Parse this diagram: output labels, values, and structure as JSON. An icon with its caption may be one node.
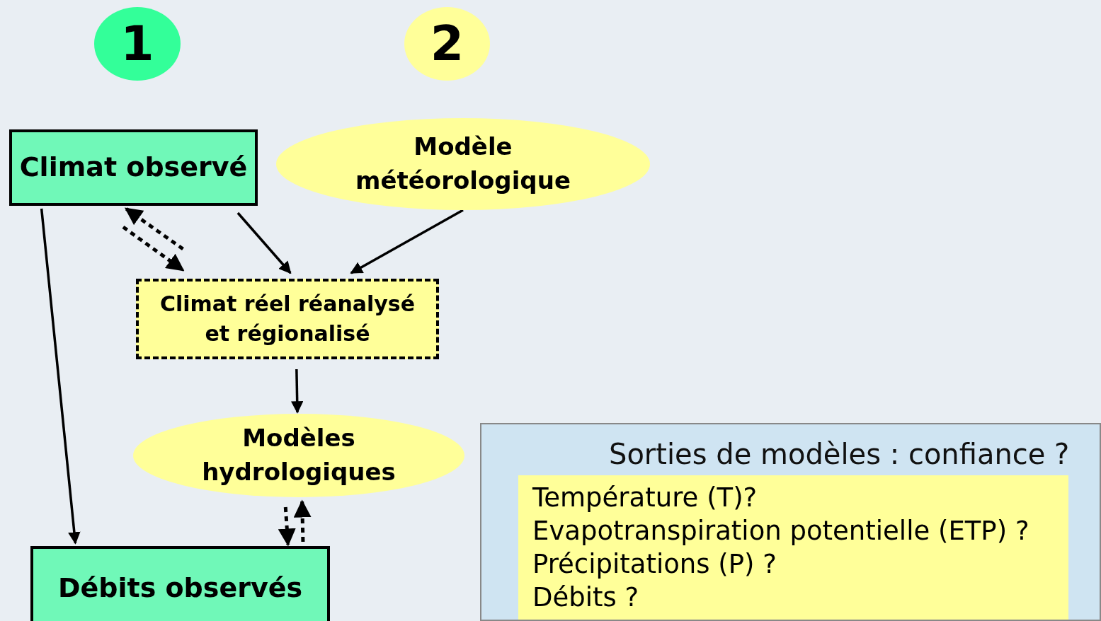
{
  "diagram": {
    "nodes": [
      {
        "text": [
          "1"
        ]
      },
      {
        "text": [
          "2"
        ]
      },
      {
        "text": [
          "Climat observé"
        ]
      },
      {
        "text": [
          "Modèle météorologique"
        ]
      },
      {
        "text": [
          "Climat réel réanalysé et régionalisé"
        ]
      },
      {
        "text": [
          "Modèles hydrologiques"
        ]
      },
      {
        "text": [
          "Débits observés"
        ]
      },
      {
        "text": [
          "Sorties de modèles : confiance ?"
        ]
      },
      {
        "text": [
          "Température (T)?",
          "Evapotranspiration potentielle (ETP) ?",
          "Précipitations (P) ?",
          "Débits ?"
        ],
        "in": 7
      }
    ],
    "edges": [
      {
        "from": 2,
        "to": 6,
        "arrow": "to"
      },
      {
        "from": 2,
        "to": 4,
        "arrow": "to"
      },
      {
        "from": 3,
        "to": 4,
        "arrow": "to"
      },
      {
        "from": 4,
        "to": 2,
        "arrow": "to",
        "style": "dashed"
      },
      {
        "from": 2,
        "to": 4,
        "arrow": "to",
        "style": "dashed"
      },
      {
        "from": 4,
        "to": 5,
        "arrow": "to"
      },
      {
        "from": 5,
        "to": 6,
        "arrow": "to",
        "style": "dashed"
      },
      {
        "from": 6,
        "to": 5,
        "arrow": "to",
        "style": "dashed"
      }
    ]
  }
}
